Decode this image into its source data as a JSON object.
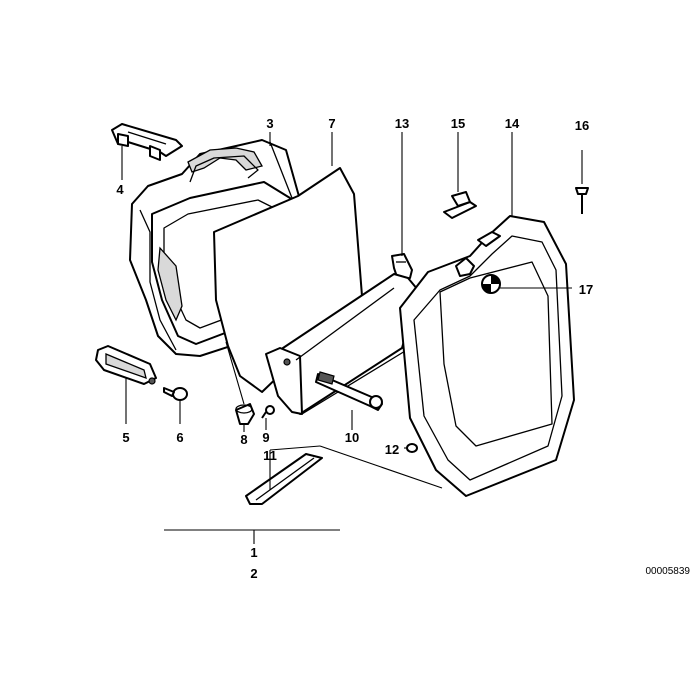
{
  "diagram": {
    "reference_number": "00005839",
    "callouts": [
      {
        "id": "c1",
        "label": "1"
      },
      {
        "id": "c2",
        "label": "2"
      },
      {
        "id": "c3",
        "label": "3"
      },
      {
        "id": "c4",
        "label": "4"
      },
      {
        "id": "c5",
        "label": "5"
      },
      {
        "id": "c6",
        "label": "6"
      },
      {
        "id": "c7",
        "label": "7"
      },
      {
        "id": "c8",
        "label": "8"
      },
      {
        "id": "c9",
        "label": "9"
      },
      {
        "id": "c10",
        "label": "10"
      },
      {
        "id": "c11",
        "label": "11"
      },
      {
        "id": "c12",
        "label": "12"
      },
      {
        "id": "c13",
        "label": "13"
      },
      {
        "id": "c14",
        "label": "14"
      },
      {
        "id": "c15",
        "label": "15"
      },
      {
        "id": "c16",
        "label": "16"
      },
      {
        "id": "c17",
        "label": "17"
      }
    ]
  }
}
